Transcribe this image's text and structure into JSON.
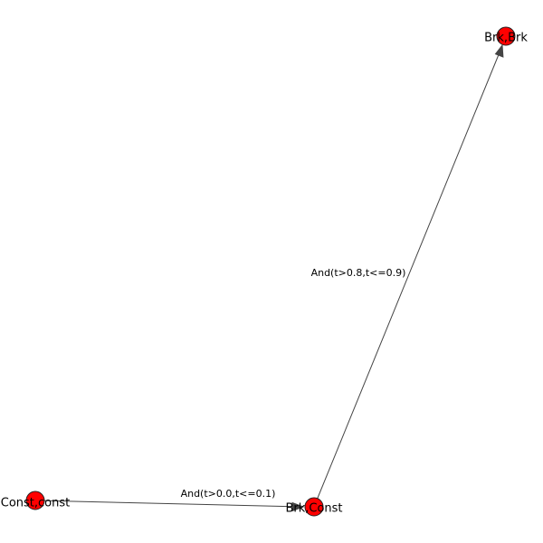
{
  "graph": {
    "nodes": [
      {
        "id": "n1",
        "label": "Brk,Brk"
      },
      {
        "id": "n2",
        "label": "Brk,Const"
      },
      {
        "id": "n3",
        "label": "Const,const"
      }
    ],
    "edges": [
      {
        "id": "e1",
        "from": "n3",
        "to": "n2",
        "label": "And(t>0.0,t<=0.1)"
      },
      {
        "id": "e2",
        "from": "n2",
        "to": "n1",
        "label": "And(t>0.8,t<=0.9)"
      }
    ],
    "colors": {
      "node_fill": "#ff0000",
      "node_stroke": "#222222",
      "edge": "#444444"
    }
  }
}
